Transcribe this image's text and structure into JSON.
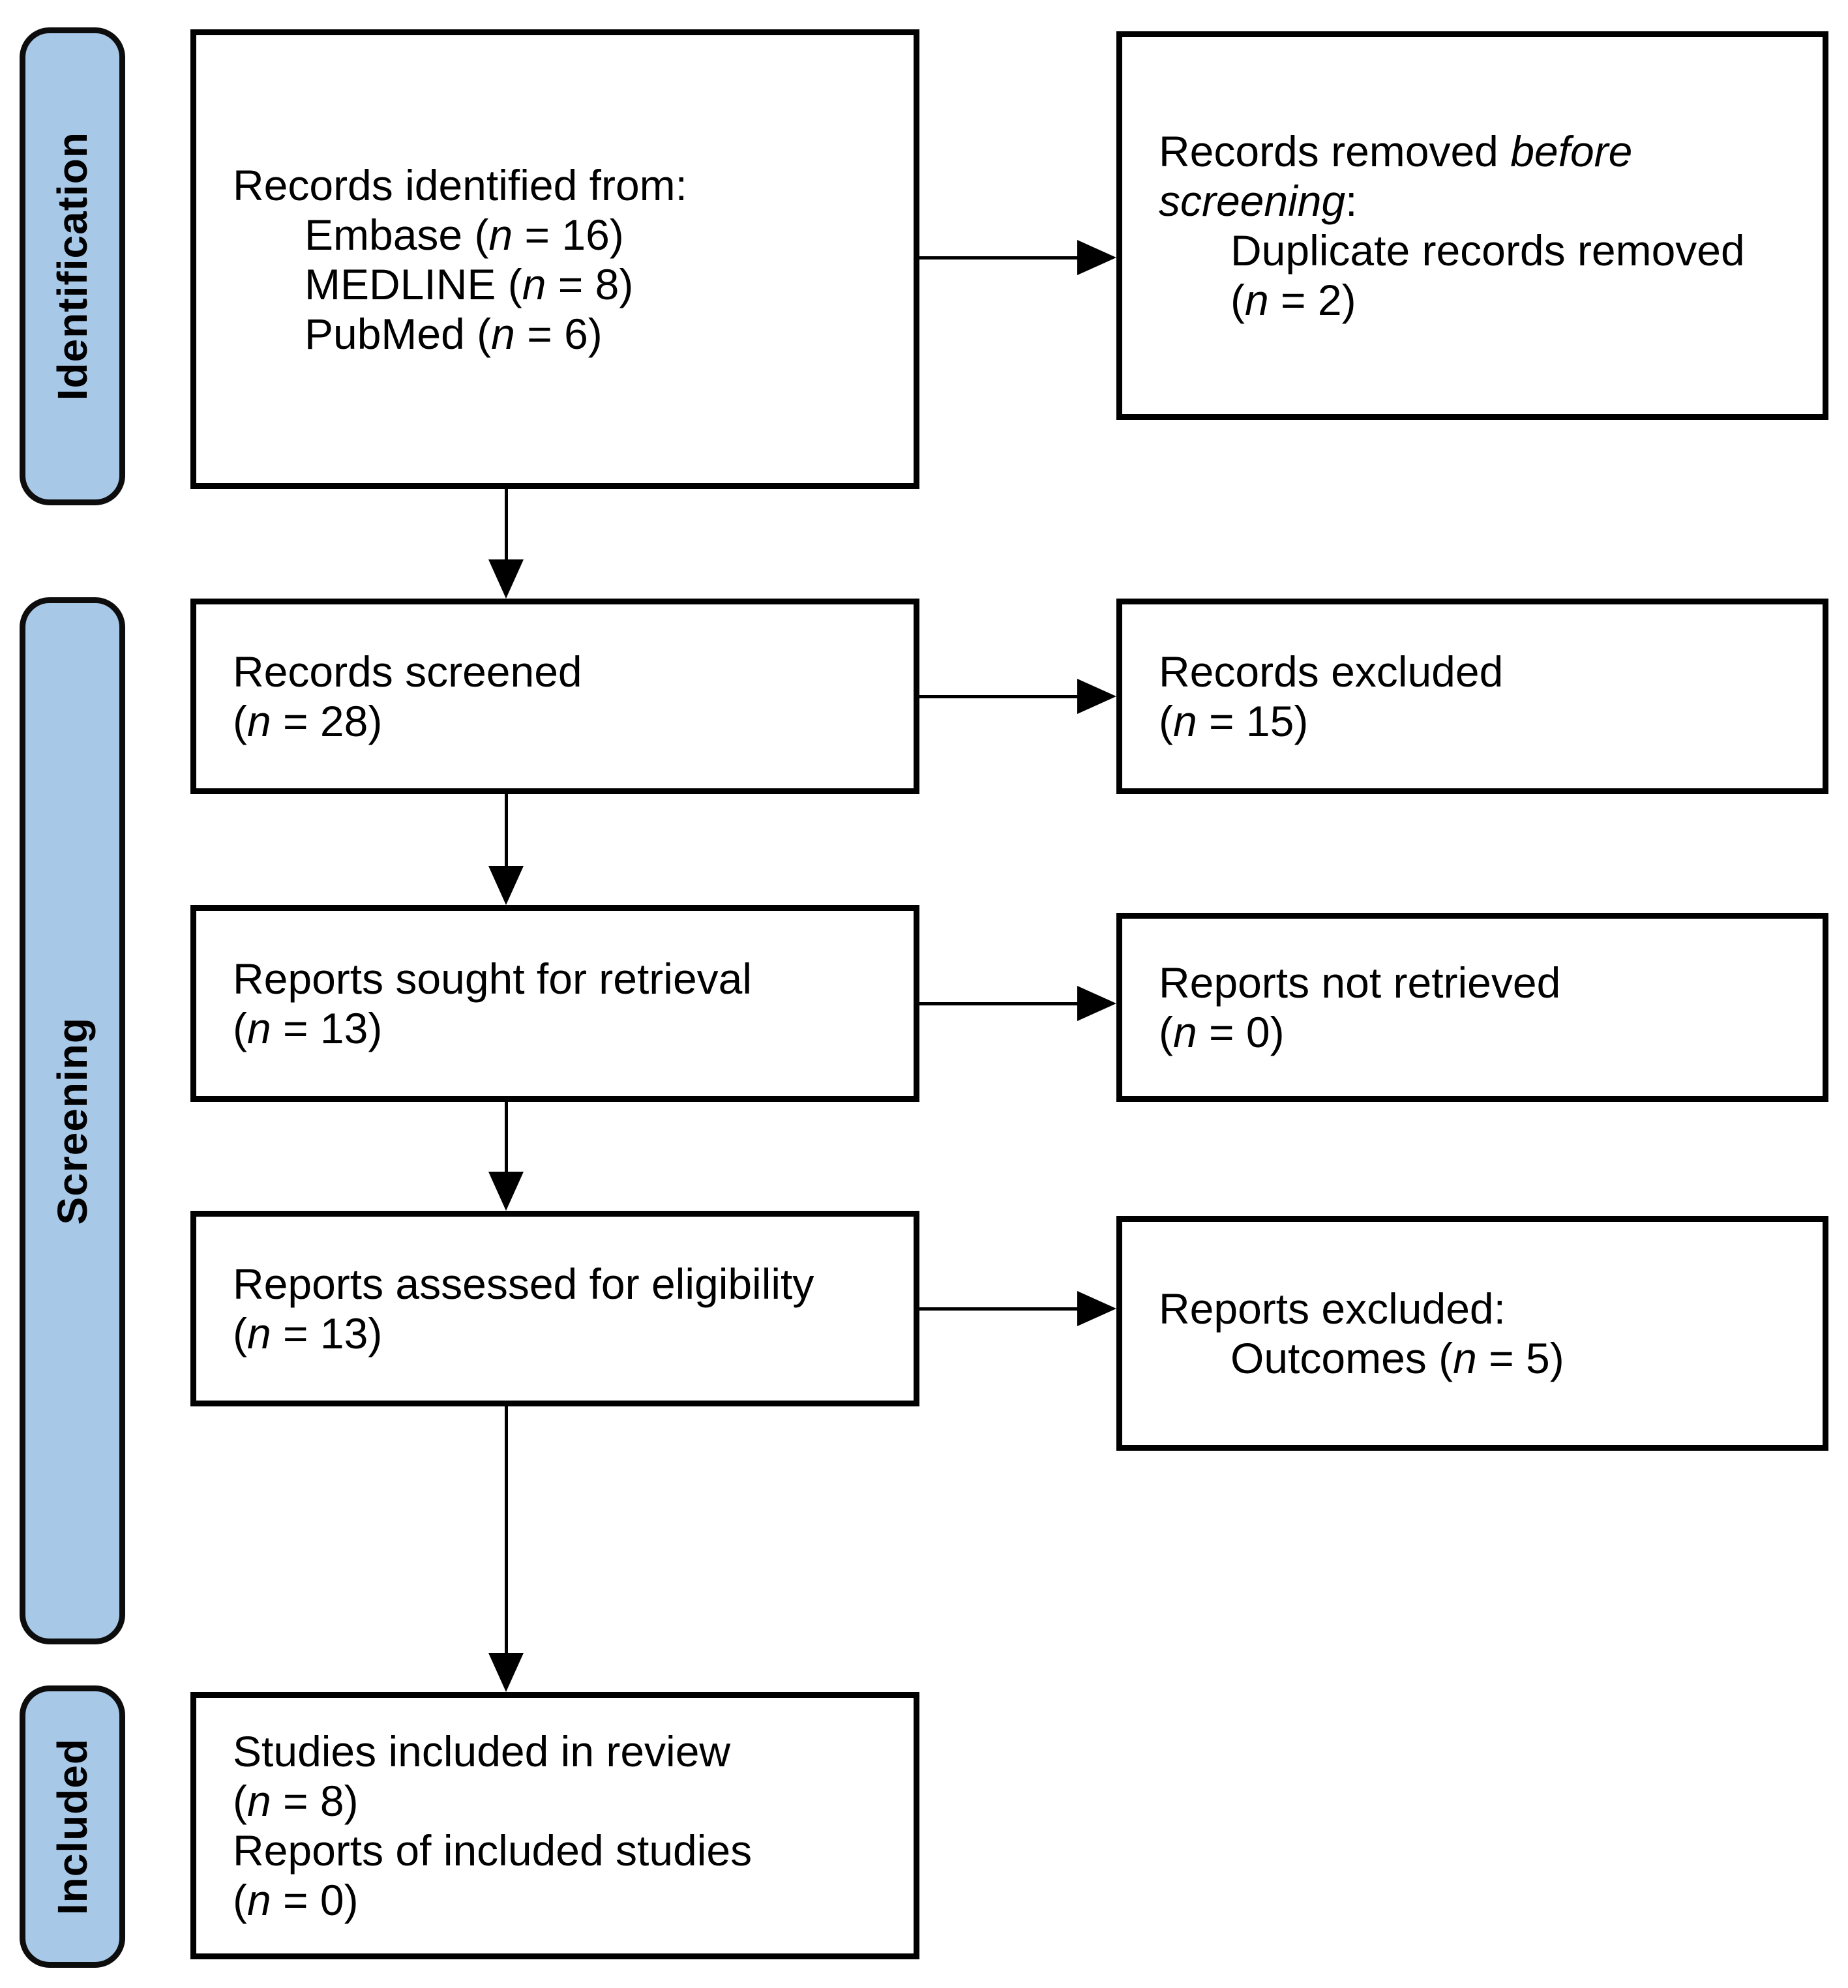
{
  "stages": [
    {
      "id": "identification",
      "label": "Identification"
    },
    {
      "id": "screening",
      "label": "Screening"
    },
    {
      "id": "included",
      "label": "Included"
    }
  ],
  "boxes": {
    "records_identified": {
      "lines": [
        {
          "text": "Records identified from:",
          "indent": 0
        },
        {
          "text": "Embase (*n* = 16)",
          "indent": 1
        },
        {
          "text": "MEDLINE (*n* = 8)",
          "indent": 1
        },
        {
          "text": "PubMed (*n* = 6)",
          "indent": 1
        }
      ]
    },
    "records_removed": {
      "lines": [
        {
          "text": "Records removed *before*",
          "indent": 0
        },
        {
          "text": "*screening*:",
          "indent": 0
        },
        {
          "text": "Duplicate records removed",
          "indent": 1
        },
        {
          "text": "(*n* = 2)",
          "indent": 1
        }
      ]
    },
    "records_screened": {
      "lines": [
        {
          "text": "Records screened",
          "indent": 0
        },
        {
          "text": "(*n* = 28)",
          "indent": 0
        }
      ]
    },
    "records_excluded": {
      "lines": [
        {
          "text": "Records excluded",
          "indent": 0
        },
        {
          "text": "(*n* = 15)",
          "indent": 0
        }
      ]
    },
    "reports_sought": {
      "lines": [
        {
          "text": "Reports sought for retrieval",
          "indent": 0
        },
        {
          "text": "(*n* = 13)",
          "indent": 0
        }
      ]
    },
    "reports_not_retrieved": {
      "lines": [
        {
          "text": "Reports not retrieved",
          "indent": 0
        },
        {
          "text": "(*n* = 0)",
          "indent": 0
        }
      ]
    },
    "reports_assessed": {
      "lines": [
        {
          "text": "Reports assessed for eligibility",
          "indent": 0
        },
        {
          "text": "(*n* = 13)",
          "indent": 0
        }
      ]
    },
    "reports_excluded": {
      "lines": [
        {
          "text": "Reports excluded:",
          "indent": 0
        },
        {
          "text": "Outcomes (*n* = 5)",
          "indent": 1
        }
      ]
    },
    "studies_included": {
      "lines": [
        {
          "text": "Studies included in review",
          "indent": 0
        },
        {
          "text": "(*n* = 8)",
          "indent": 0
        },
        {
          "text": "Reports of included studies",
          "indent": 0
        },
        {
          "text": "(*n* = 0)",
          "indent": 0
        }
      ]
    }
  },
  "colors": {
    "stage_fill": "#A8C8E8",
    "stage_border": "#0D0D0D",
    "box_border": "#000000",
    "arrow": "#000000",
    "background": "#FFFFFF",
    "text": "#000000"
  }
}
